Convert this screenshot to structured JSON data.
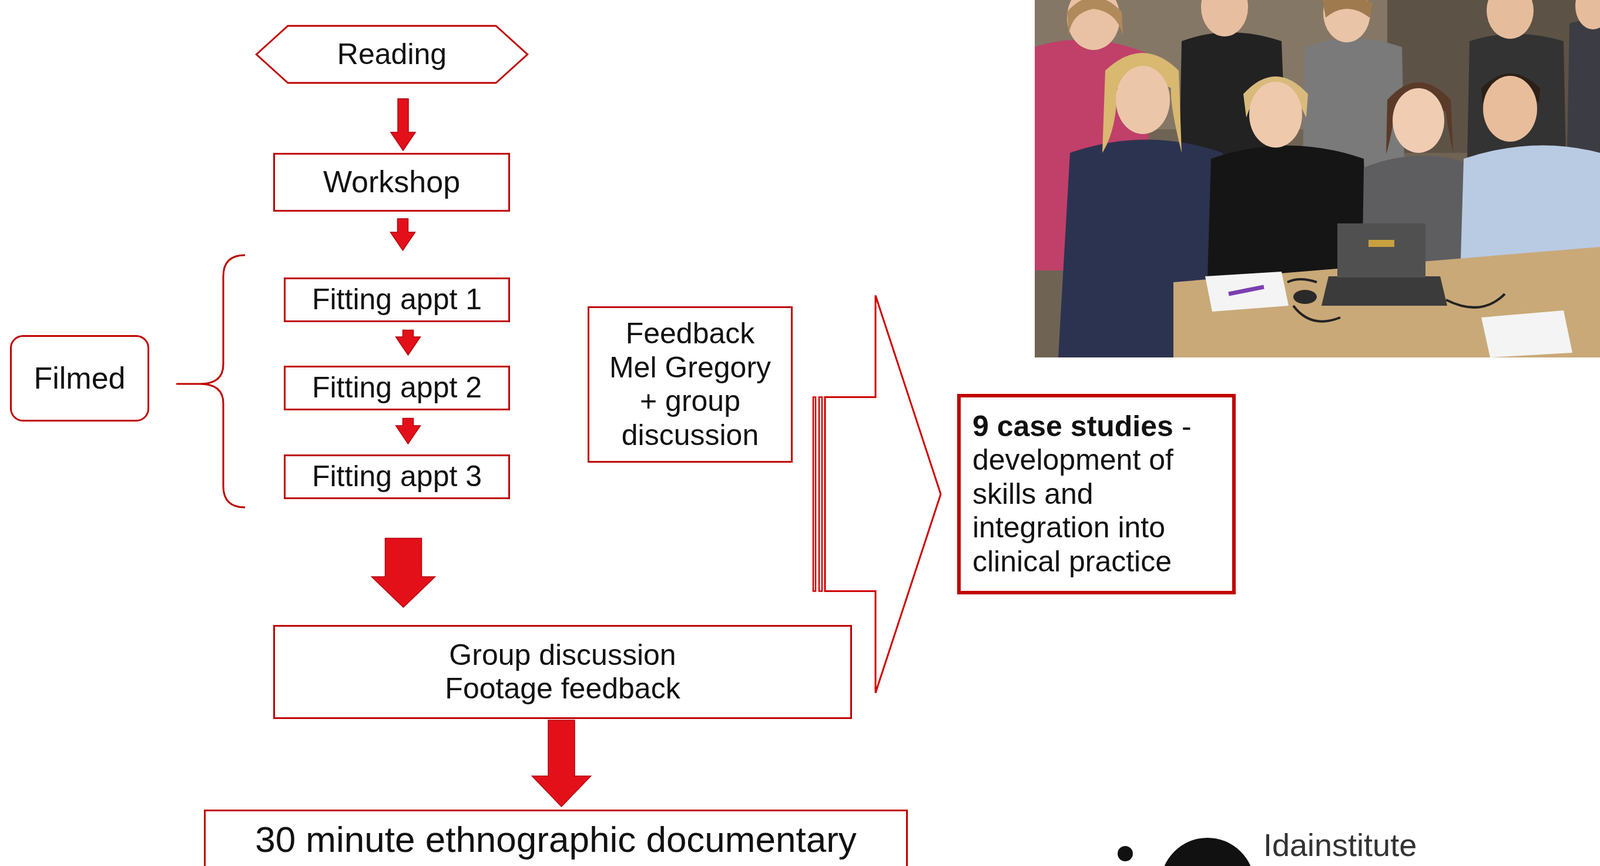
{
  "diagram": {
    "nodes": [
      {
        "text": [
          "Reading"
        ]
      },
      {
        "text": [
          "Workshop"
        ]
      },
      {
        "text": [
          "Fitting appt 1"
        ]
      },
      {
        "text": [
          "Fitting appt 2"
        ]
      },
      {
        "text": [
          "Fitting appt 3"
        ]
      },
      {
        "text": [
          "Filmed"
        ]
      },
      {
        "text": [
          "Feedback Mel Gregory + group discussion"
        ]
      },
      {
        "text": [
          "9 case studies",
          "- development of skills and integration into clinical practice"
        ]
      },
      {
        "text": [
          "Group discussion",
          "Footage feedback"
        ]
      },
      {
        "text": [
          "30 minute ethnographic documentary"
        ]
      }
    ],
    "edges": [
      {
        "from": 0,
        "to": 1,
        "arrow": "to"
      },
      {
        "from": 1,
        "to": 2,
        "arrow": "to"
      },
      {
        "from": 2,
        "to": 3,
        "arrow": "to"
      },
      {
        "from": 3,
        "to": 4,
        "arrow": "to"
      },
      {
        "from": 4,
        "to": 8,
        "arrow": "to"
      },
      {
        "from": 8,
        "to": 9,
        "arrow": "to"
      },
      {
        "from": 6,
        "to": 7,
        "arrow": "to"
      }
    ],
    "labels": [
      "Idainstitute"
    ]
  }
}
